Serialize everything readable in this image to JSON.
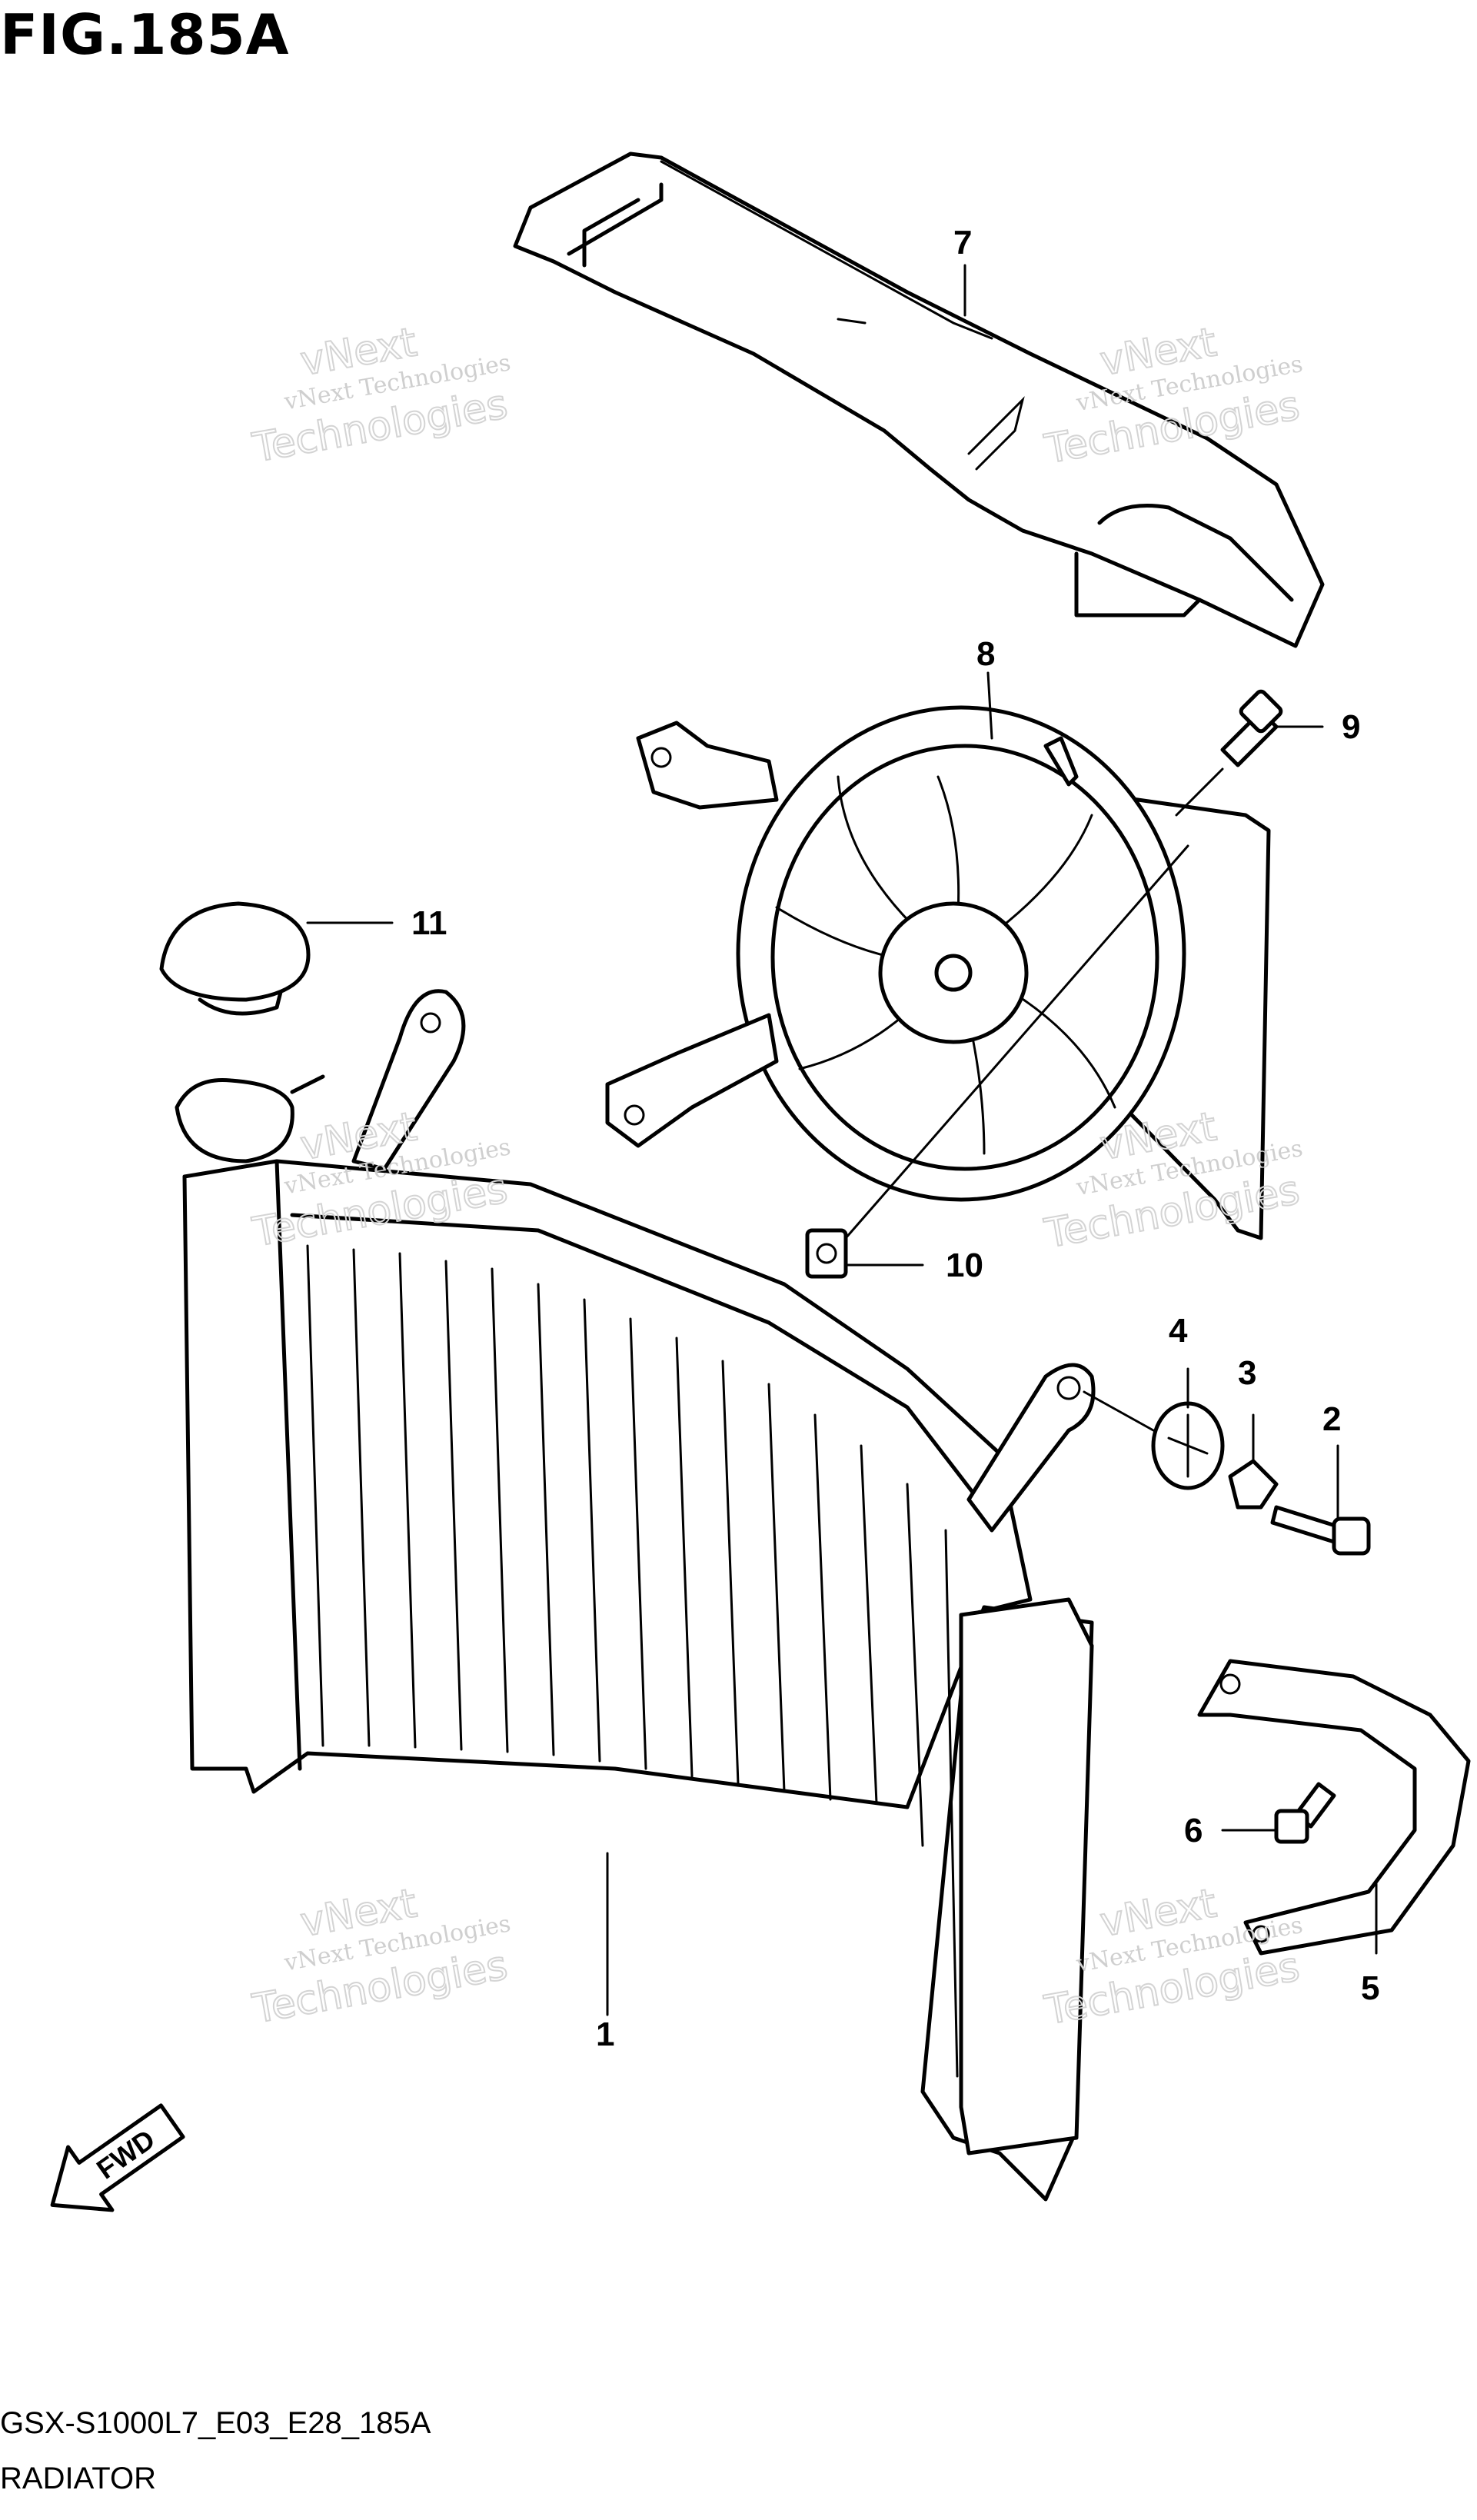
{
  "header": {
    "figure_title": "FIG.185A"
  },
  "callouts": [
    {
      "id": "7",
      "label": "7"
    },
    {
      "id": "8",
      "label": "8"
    },
    {
      "id": "9",
      "label": "9"
    },
    {
      "id": "11",
      "label": "11"
    },
    {
      "id": "10",
      "label": "10"
    },
    {
      "id": "4",
      "label": "4"
    },
    {
      "id": "3",
      "label": "3"
    },
    {
      "id": "2",
      "label": "2"
    },
    {
      "id": "6",
      "label": "6"
    },
    {
      "id": "5",
      "label": "5"
    },
    {
      "id": "1",
      "label": "1"
    }
  ],
  "watermark": {
    "line1": "vNext Technologies",
    "line2": "vNext",
    "line3": "Technologies"
  },
  "direction_badge": {
    "label": "FWD",
    "icon": "fwd-arrow-icon"
  },
  "footer": {
    "diagram_code": "GSX-S1000L7_E03_E28_185A",
    "section_name": "RADIATOR"
  }
}
